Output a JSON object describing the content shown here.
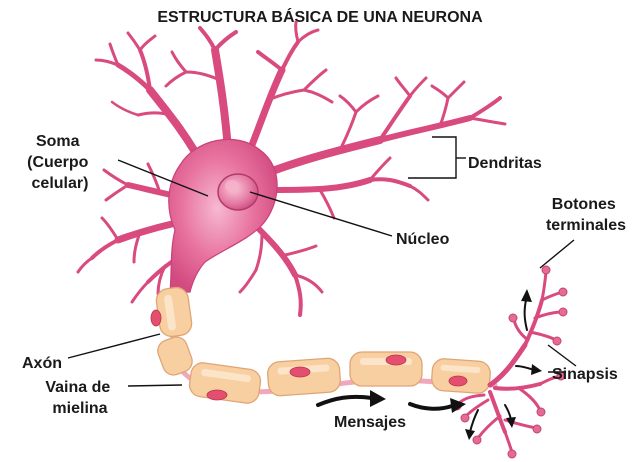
{
  "title": "ESTRUCTURA BÁSICA DE UNA NEURONA",
  "labels": {
    "soma": [
      "Soma",
      "(Cuerpo",
      "celular)"
    ],
    "dendritas": "Dendritas",
    "nucleo": "Núcleo",
    "botones": [
      "Botones",
      "terminales"
    ],
    "axon": "Axón",
    "vaina": [
      "Vaina de",
      "mielina"
    ],
    "sinapsis": "Sinapsis",
    "mensajes": "Mensajes"
  },
  "colors": {
    "neuron_pink": "#e0609a",
    "myelin": "#f7cfa0",
    "schwann_nucleus": "#e44f6f",
    "label_text": "#1a1a1a"
  }
}
